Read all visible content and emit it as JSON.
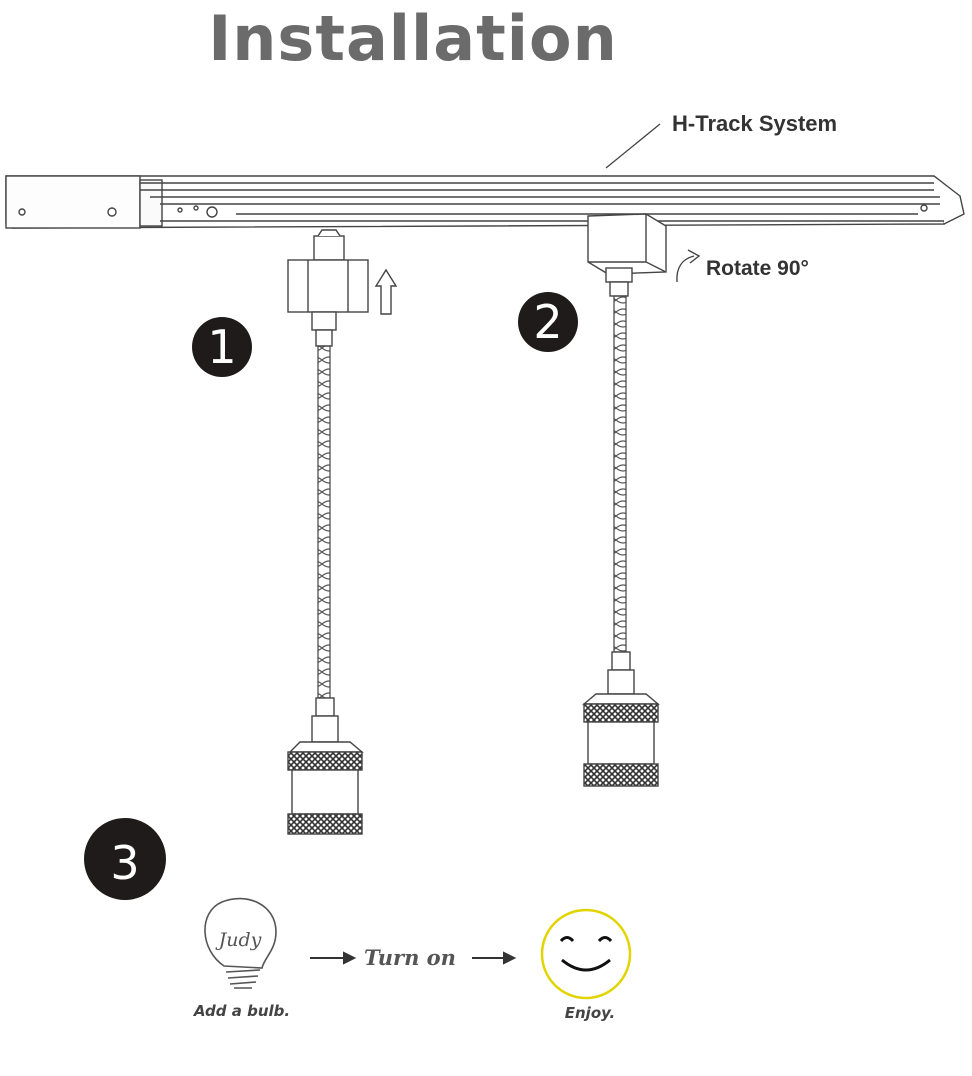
{
  "title": "Installation",
  "labels": {
    "track": "H-Track System",
    "rotate": "Rotate 90°"
  },
  "steps": [
    "1",
    "2",
    "3"
  ],
  "step3": {
    "bulb_caption": "Add a bulb.",
    "bulb_word": "Judy",
    "turn_on": "Turn on",
    "enjoy": "Enjoy."
  },
  "colors": {
    "title": "#6b6b6b",
    "step_badge": "#1f1b1b",
    "smiley_ring": "#e2d400",
    "line": "#444444"
  }
}
